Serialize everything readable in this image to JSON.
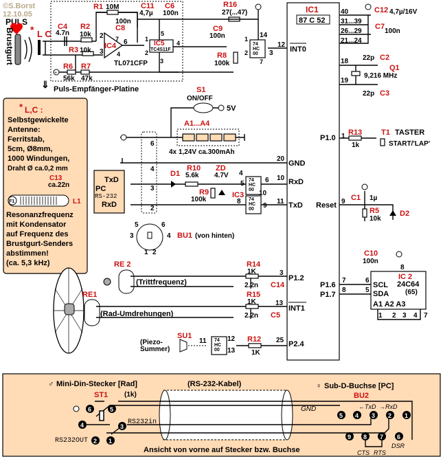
{
  "meta": {
    "copyright": "©S.Borst",
    "date": "12.10.05"
  },
  "colors": {
    "accent_red": "#cc1111",
    "note_bg": "#ffdbb6",
    "wire": "#000000"
  },
  "sensor": {
    "puls": "PULS",
    "brustgurt": "Brustgurt",
    "lc": "L C",
    "asterisk": "*"
  },
  "receiver_board": {
    "title": "Puls-Empfänger-Platine",
    "C4": {
      "ref": "C4",
      "val": "4.7n"
    },
    "R2": {
      "ref": "R2",
      "val": "10k"
    },
    "R1": {
      "ref": "R1",
      "val": "10M"
    },
    "R3": {
      "ref": "R3",
      "val": "10k"
    },
    "R6": {
      "ref": "R6",
      "val": "56k"
    },
    "R7": {
      "ref": "R7",
      "val": "47k"
    },
    "C8": {
      "ref": "C8",
      "val": "100n"
    },
    "IC4": {
      "ref": "IC4",
      "part": "TL071CFP",
      "pins": [
        "2",
        "3",
        "7",
        "6",
        "4"
      ]
    },
    "C11": {
      "ref": "C11",
      "val": "4,7µ"
    },
    "C6": {
      "ref": "C6",
      "val": "100n"
    },
    "IC5": {
      "ref": "IC5",
      "part": "TC4S11F",
      "pins": [
        "1",
        "2",
        "5",
        "4",
        "3"
      ]
    }
  },
  "interface": {
    "R16": {
      "ref": "R16",
      "val": "27(...47)"
    },
    "C9": {
      "ref": "C9",
      "val": "100n"
    },
    "R8": {
      "ref": "R8",
      "val": "100k"
    },
    "gate1": {
      "part": [
        "74",
        "HC",
        "00"
      ],
      "pins": [
        "14",
        "1",
        "2",
        "3",
        "7",
        "12"
      ]
    }
  },
  "ic1": {
    "ref": "IC1",
    "part": "87 C 52",
    "pins_top": [
      "40",
      "31...39",
      "26...29",
      "21...24"
    ],
    "int0": "INT0",
    "int0_pin": "12",
    "xtal_pins": [
      "18",
      "19"
    ],
    "p10": "P1.0",
    "p10_pin": "1",
    "gnd": "GND",
    "gnd_pin": "20",
    "rxd": "RxD",
    "rxd_pin": "10",
    "txd": "TxD",
    "txd_pin": "11",
    "reset": "Reset",
    "reset_pin": "9",
    "p12": "P1.2",
    "p12_pin": "3",
    "int1": "INT1",
    "int1_pin": "13",
    "p16": "P1.6",
    "p16_pin": "7",
    "p17": "P1.7",
    "p17_pin": "8",
    "p24": "P2.4",
    "p24_pin": "25"
  },
  "supply": {
    "C12": {
      "ref": "C12",
      "val": "4,7µ/16V"
    },
    "C7": {
      "ref": "C7",
      "val": "100n"
    }
  },
  "crystal": {
    "C2": {
      "ref": "C2",
      "val": "22p"
    },
    "C3": {
      "ref": "C3",
      "val": "22p"
    },
    "Q1": {
      "ref": "Q1",
      "val": "9,216 MHz"
    }
  },
  "power": {
    "S1": {
      "ref": "S1",
      "label": "ON/OFF",
      "out": "5V"
    },
    "battery": {
      "ref": "A1...A4",
      "val": "4x 1,24V ca.300mAh"
    }
  },
  "taster": {
    "R13": {
      "ref": "R13",
      "val": "1k"
    },
    "T1": {
      "ref": "T1",
      "label": "TASTER",
      "sub": "START/'LAP'"
    }
  },
  "reset_circuit": {
    "C1": {
      "ref": "C1",
      "val": "1µ"
    },
    "R5": {
      "ref": "R5",
      "val": "10k"
    },
    "D2": {
      "ref": "D2"
    }
  },
  "antenna_note": {
    "title": "L,C :",
    "lines": [
      "Selbstgewickelte",
      "Antenne:",
      "Ferritstab,",
      "5cm, Ø8mm,",
      "1000 Windungen,",
      "Draht Ø ca.0,2 mm"
    ],
    "C13": {
      "ref": "C13",
      "val": "ca.22n"
    },
    "F1": "F1",
    "L1": "L1",
    "footer": [
      "Resonanzfrequenz",
      "mit Kondensator",
      "auf Frequenz des",
      "Brustgurt-Senders",
      "abstimmen!",
      "(ca. 5,3 kHz)"
    ]
  },
  "serial": {
    "pc_box": {
      "txd": "TxD",
      "pc": "PC",
      "rs232": "RS-232",
      "rxd": "RxD"
    },
    "connector_pins": [
      "6",
      "4",
      "3",
      "2"
    ],
    "D1": {
      "ref": "D1"
    },
    "R10": {
      "ref": "R10",
      "val": "5.6k"
    },
    "ZD": {
      "ref": "ZD",
      "val": "4.7V"
    },
    "R9": {
      "ref": "R9",
      "val": "100k"
    },
    "IC3": {
      "ref": "IC3",
      "part": [
        "74",
        "HC",
        "00"
      ],
      "pinsA": [
        "4",
        "5",
        "6"
      ],
      "pinsB": [
        "10",
        "8",
        "9"
      ]
    },
    "BU1": {
      "ref": "BU1",
      "label": "(von hinten)",
      "pins": [
        "5",
        "6",
        "3",
        "4",
        "1",
        "2"
      ]
    }
  },
  "reed": {
    "RE2": {
      "ref": "RE 2",
      "label": "(Trittfrequenz)"
    },
    "RE1": {
      "ref": "RE1",
      "label": "(Rad-Umdrehungen)"
    },
    "R14": {
      "ref": "R14",
      "val": "1K"
    },
    "C14": {
      "ref": "C14",
      "val": "2.2n"
    },
    "R15": {
      "ref": "R15",
      "val": "1K"
    },
    "C5": {
      "ref": "C5",
      "val": "2.2n"
    }
  },
  "piezo": {
    "SU1": {
      "ref": "SU1",
      "label1": "(Piezo-",
      "label2": "Summer)"
    },
    "gate_pins": [
      "11",
      "12",
      "13"
    ],
    "R12": {
      "ref": "R12",
      "val": "1K"
    }
  },
  "eeprom": {
    "C10": {
      "ref": "C10",
      "val": "100n"
    },
    "IC2": {
      "ref": "IC 2",
      "part": "24C64",
      "alt": "(65)",
      "scl": "SCL",
      "sda": "SDA",
      "addr": "A1 A2 A3",
      "pins": [
        "8",
        "6",
        "5",
        "1",
        "2",
        "3",
        "4",
        "7"
      ]
    }
  },
  "cable": {
    "din_title": "Mini-Din-Stecker [Rad]",
    "cable_title": "(RS-232-Kabel)",
    "subd_title": "Sub-D-Buchse [PC]",
    "ST1": "ST1",
    "BU2": "BU2",
    "r": "(1k)",
    "rs232in": "RS232in",
    "rs232out": "RS232OUT",
    "gnd": "GND",
    "txd": "←TxD",
    "rxd": "→RxD",
    "din_pins": [
      "6",
      "5",
      "4",
      "3",
      "2",
      "1"
    ],
    "subd_pins": [
      "5",
      "4",
      "3",
      "2",
      "1",
      "9",
      "8",
      "7",
      "6"
    ],
    "cts": "CTS",
    "rts": "RTS",
    "dsr": "DSR",
    "footer": "Ansicht von vorne auf Stecker bzw. Buchse"
  }
}
